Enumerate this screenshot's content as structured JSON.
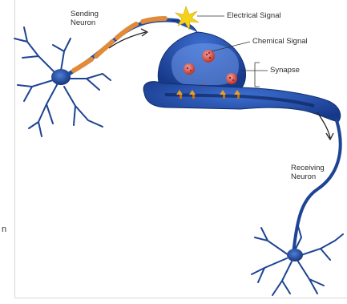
{
  "labels": {
    "sending_neuron_line1": "Sending",
    "sending_neuron_line2": "Neuron",
    "electrical_signal": "Electrical Signal",
    "chemical_signal": "Chemical Signal",
    "synapse": "Synapse",
    "receiving_neuron_line1": "Receiving",
    "receiving_neuron_line2": "Neuron",
    "side_fragment": "n"
  },
  "colors": {
    "neuron_dark": "#1b3f8f",
    "neuron_mid": "#2c5fc4",
    "neuron_light": "#5a8ae0",
    "myelin": "#e08a3a",
    "spark": "#f5d21a",
    "vesicle": "#c0392b",
    "receptor": "#e8a02a"
  }
}
